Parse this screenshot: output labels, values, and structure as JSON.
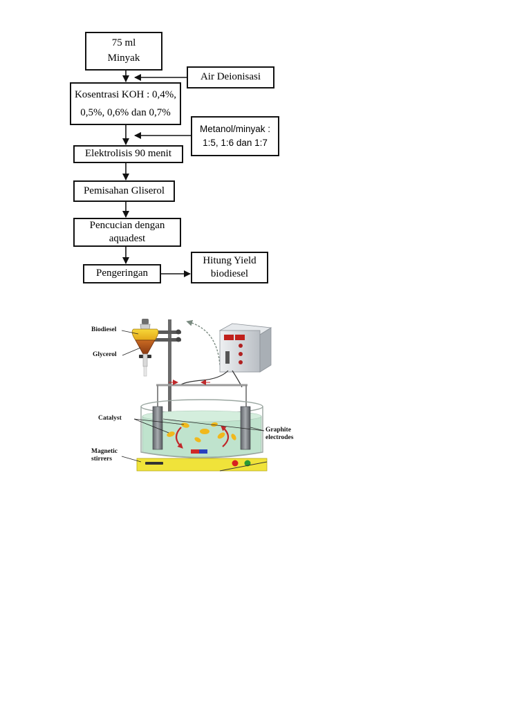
{
  "flowchart": {
    "nodes": {
      "oil": [
        "75 ml",
        "Minyak"
      ],
      "water": [
        "Air Deionisasi"
      ],
      "koh": [
        "Kosentrasi KOH : 0,4%,",
        "0,5%, 0,6% dan 0,7%"
      ],
      "methanol": [
        "Metanol/minyak :",
        "1:5, 1:6 dan 1:7"
      ],
      "electrolysis": [
        "Elektrolisis 90 menit"
      ],
      "glycerol_separation": [
        "Pemisahan Gliserol"
      ],
      "washing": [
        "Pencucian dengan",
        "aquadest"
      ],
      "drying": [
        "Pengeringan"
      ],
      "yield": [
        "Hitung Yield",
        "biodiesel"
      ]
    }
  },
  "apparatus": {
    "labels": {
      "biodiesel": "Biodiesel",
      "glycerol": "Glycerol",
      "catalyst": "Catalyst",
      "graphite": [
        "Graphite",
        "electrodes"
      ],
      "stirrer": [
        "Magnetic",
        "stirrers"
      ]
    },
    "colors": {
      "biodiesel": "#f2c21a",
      "glycerol": "#b6541c",
      "solution": "#bfe3cd",
      "stirrer_base": "#f0e33a",
      "power_supply": "#d8dce0",
      "display": "#c0201c",
      "arrow": "#d03030"
    }
  }
}
